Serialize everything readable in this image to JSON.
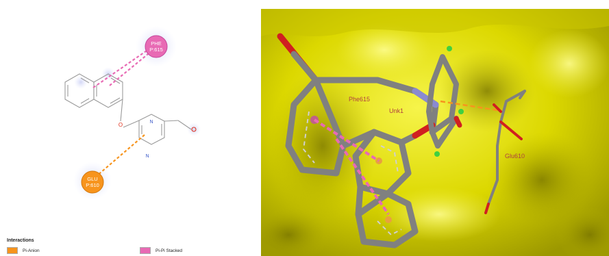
{
  "residues": {
    "phe": {
      "line1": "PHE",
      "line2": "P:615"
    },
    "glu": {
      "line1": "GLU",
      "line2": "P:610"
    }
  },
  "atoms": {
    "oxygen": "O",
    "nitrogen": "N"
  },
  "legend": {
    "title": "Interactions",
    "items": [
      {
        "label": "Pi-Anion",
        "color": "#f7941d"
      },
      {
        "label": "Pi-Pi Stacked",
        "color": "#e86ab4"
      }
    ]
  },
  "render3d": {
    "labels": {
      "phe": "Phe615",
      "lig": "Unk1",
      "glu": "Glu610"
    }
  },
  "colors": {
    "pi_pi": "#e86ab4",
    "pi_anion": "#f7941d",
    "surface": "#e4e200",
    "stick": "#808080"
  }
}
